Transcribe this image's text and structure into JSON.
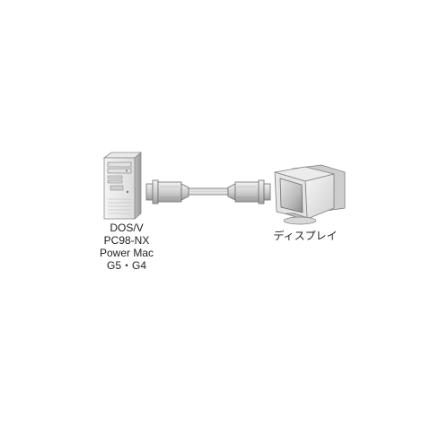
{
  "computer": {
    "labels": [
      "DOS/V",
      "PC98-NX",
      "Power Mac",
      "G5・G4"
    ]
  },
  "display": {
    "label": "ディスプレイ"
  }
}
